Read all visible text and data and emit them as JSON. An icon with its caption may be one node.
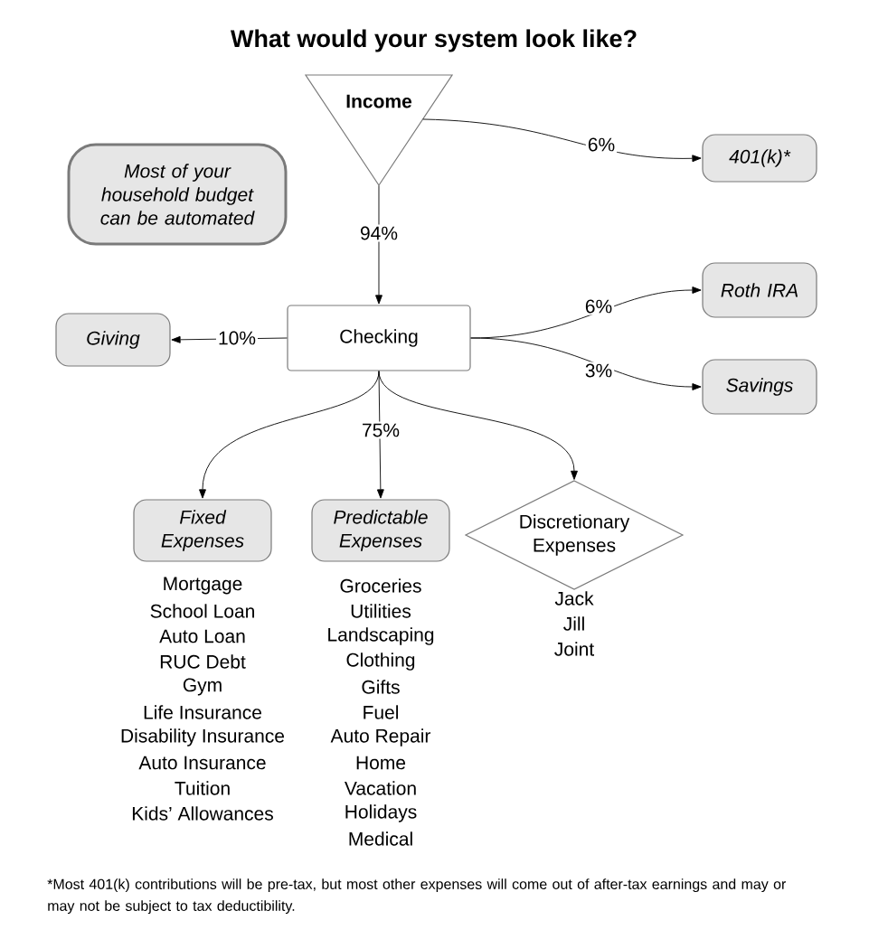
{
  "diagram": {
    "title": "What would your system look like?",
    "caption": "*Most 401(k) contributions will be pre-tax, but most other expenses will come out of after-tax earnings and may or may not be subject to tax deductibility.",
    "nodes": [
      {
        "text": [
          "Income"
        ]
      },
      {
        "text": [
          "401(k)*"
        ]
      },
      {
        "text": [
          "Most of your household budget can be automated"
        ]
      },
      {
        "text": [
          "Checking"
        ]
      },
      {
        "text": [
          "Giving"
        ]
      },
      {
        "text": [
          "Roth IRA"
        ]
      },
      {
        "text": [
          "Savings"
        ]
      },
      {
        "text": [
          "Fixed Expenses"
        ],
        "beside": [
          "Mortgage",
          "School Loan",
          "Auto Loan",
          "RUC Debt",
          "Gym",
          "Life Insurance",
          "Disability Insurance",
          "Auto Insurance",
          "Tuition",
          "Kids’ Allowances"
        ]
      },
      {
        "text": [
          "Predictable Expenses"
        ],
        "beside": [
          "Groceries",
          "Utilities",
          "Landscaping",
          "Clothing",
          "Gifts",
          "Fuel",
          "Auto Repair",
          "Home",
          "Vacation",
          "Holidays",
          "Medical"
        ]
      },
      {
        "text": [
          "Discretionary Expenses"
        ],
        "beside": [
          "Jack",
          "Jill",
          "Joint"
        ]
      }
    ],
    "edges": [
      {
        "from": 0,
        "to": 1,
        "arrow": "to",
        "label": "6%"
      },
      {
        "from": 0,
        "to": 3,
        "arrow": "to",
        "label": "94%"
      },
      {
        "from": 3,
        "to": 4,
        "arrow": "to",
        "label": "10%"
      },
      {
        "from": 3,
        "to": 5,
        "arrow": "to",
        "label": "6%"
      },
      {
        "from": 3,
        "to": 6,
        "arrow": "to",
        "label": "3%"
      },
      {
        "from": 3,
        "to": 7,
        "arrow": "to"
      },
      {
        "from": 3,
        "to": 8,
        "arrow": "to",
        "label": "75%"
      },
      {
        "from": 3,
        "to": 9,
        "arrow": "to"
      }
    ]
  }
}
